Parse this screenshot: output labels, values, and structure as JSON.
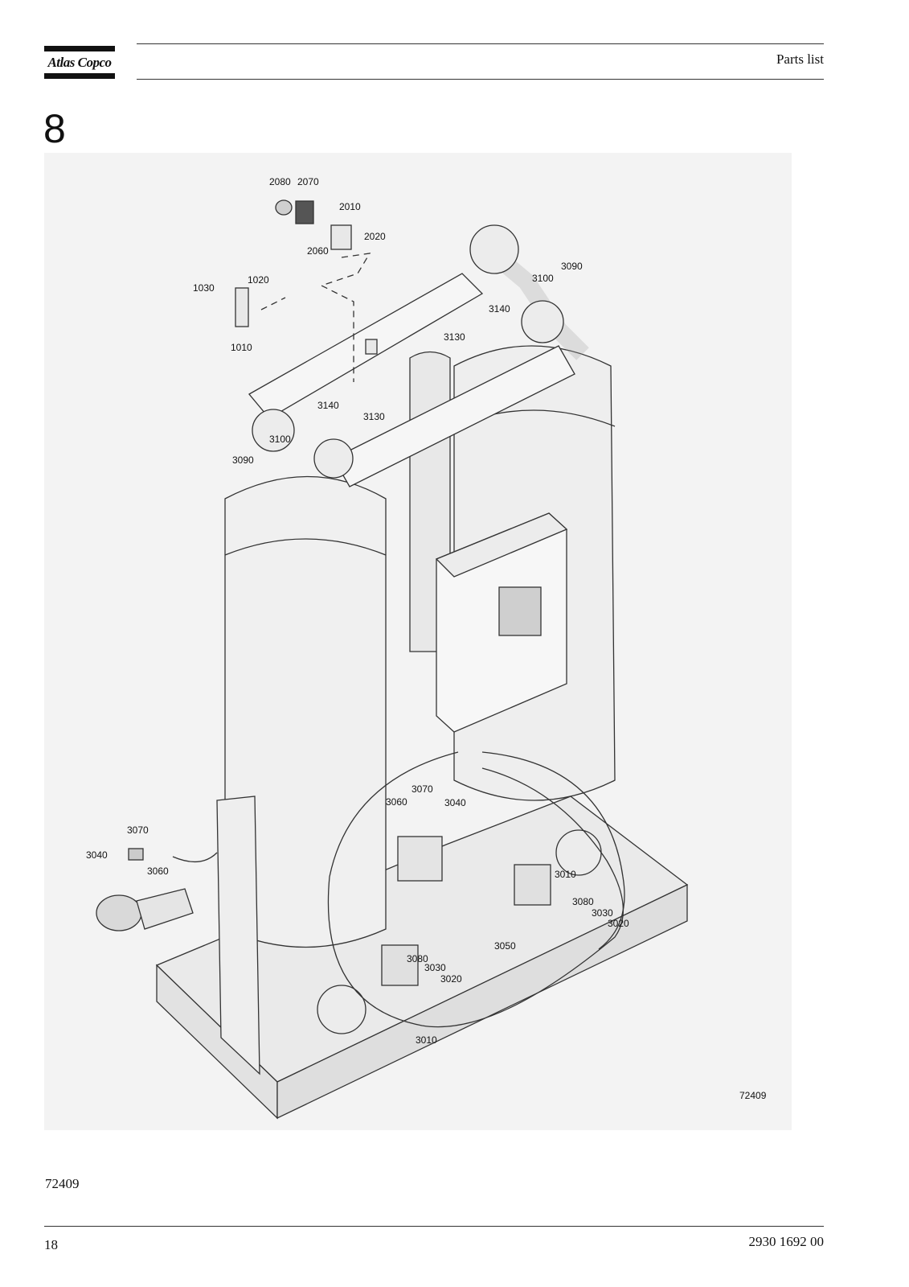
{
  "header": {
    "brand": "Atlas Copco",
    "title": "Parts list"
  },
  "section": {
    "number": "8"
  },
  "figure": {
    "drawing_id": "72409",
    "callouts": {
      "c2080": "2080",
      "c2070": "2070",
      "c2010": "2010",
      "c2020": "2020",
      "c2060": "2060",
      "c1030": "1030",
      "c1020": "1020",
      "c1010": "1010",
      "c3090a": "3090",
      "c3100a": "3100",
      "c3140a": "3140",
      "c3130a": "3130",
      "c3140b": "3140",
      "c3130b": "3130",
      "c3100b": "3100",
      "c3090b": "3090",
      "c3070a": "3070",
      "c3060a": "3060",
      "c3040a": "3040",
      "c3070b": "3070",
      "c3040b": "3040",
      "c3060b": "3060",
      "c3010a": "3010",
      "c3080a": "3080",
      "c3030a": "3030",
      "c3020a": "3020",
      "c3050": "3050",
      "c3080b": "3080",
      "c3030b": "3030",
      "c3020b": "3020",
      "c3010b": "3010"
    }
  },
  "caption": {
    "figure_ref": "72409"
  },
  "footer": {
    "page_number": "18",
    "document_number": "2930 1692 00"
  }
}
